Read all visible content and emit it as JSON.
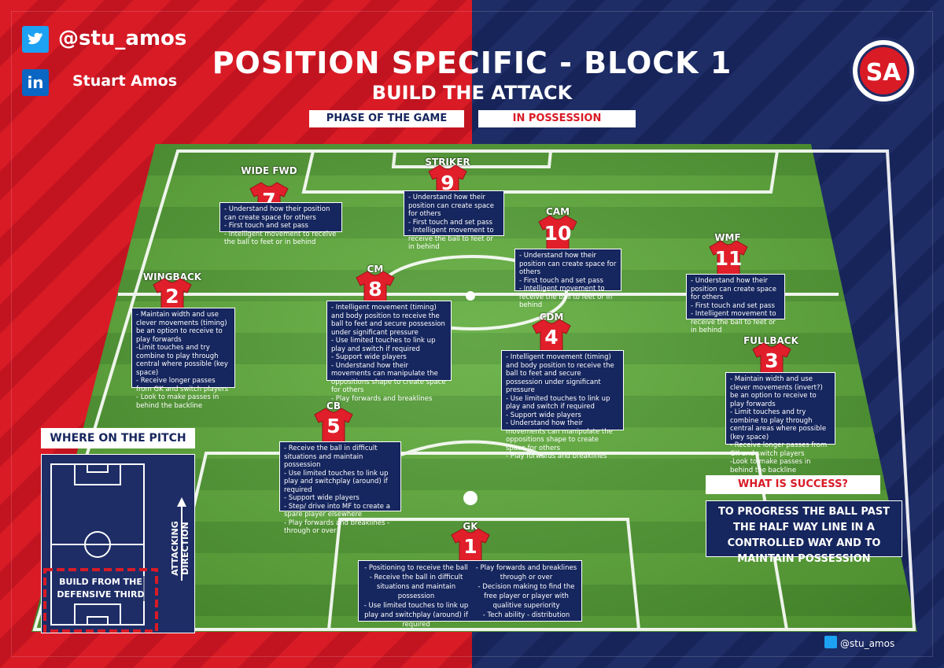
{
  "header": {
    "title": "POSITION SPECIFIC - BLOCK 1",
    "subtitle": "BUILD THE ATTACK",
    "phase_label": "PHASE OF THE GAME",
    "phase_value": "IN POSSESSION"
  },
  "social": {
    "twitter_handle": "@stu_amos",
    "linkedin_name": "Stuart Amos",
    "linkedin_icon": "in",
    "logo_text": "SA",
    "footer_handle": "@stu_amos"
  },
  "colors": {
    "red": "#d91b26",
    "navy": "#1e2d66",
    "pitch": "#4e9a2f"
  },
  "players": [
    {
      "label": "WIDE FWD",
      "number": "7",
      "note": "- Understand how their position can create space for others\n- First touch and set pass\n- Intelligent movement to receive the ball to feet or in behind"
    },
    {
      "label": "STRIKER",
      "number": "9",
      "note": "- Understand how their position can create space for others\n- First touch and set pass\n- Intelligent movement to receive the ball to feet or in behind"
    },
    {
      "label": "CAM",
      "number": "10",
      "note": "- Understand how their position can create space for others\n- First touch and set pass\n- Intelligent movement to receive the ball to feet or in behind"
    },
    {
      "label": "WMF",
      "number": "11",
      "note": "- Understand how their position can create space for others\n- First touch and set pass\n- Intelligent movement to receive the ball to feet or in behind"
    },
    {
      "label": "WINGBACK",
      "number": "2",
      "note": "- Maintain width and use clever movements (timing) be an option to receive to play forwards\n-Limit touches and try combine to play through central where possible (key space)\n- Receive longer passes from GK and switch players\n- Look to make passes in behind the backline"
    },
    {
      "label": "CM",
      "number": "8",
      "note": "- Intelligent movement (timing) and body position to receive the ball to feet and secure possession under significant pressure\n- Use limited touches to link up play and switch if required\n- Support wide players\n- Understand how their movements can manipulate the oppositions shape to create space for others\n- Play forwards and breaklines"
    },
    {
      "label": "CDM",
      "number": "4",
      "note": "- Intelligent movement (timing) and body position to receive the ball to feet and secure possession under significant pressure\n- Use limited touches to link up play and switch if required\n- Support wide players\n- Understand how their movements can manipulate the oppositions shape to create space for others\n- Play forwards and breaklines"
    },
    {
      "label": "FULLBACK",
      "number": "3",
      "note": "- Maintain width and use clever movements (invert?) be an option to receive to play forwards\n- Limit touches and try combine to play through central areas where possible (key space)\n- Receive longer passes from GK and switch players\n-Look to make passes in behind the backline"
    },
    {
      "label": "CB",
      "number": "5",
      "note": "- Receive the ball in difficult situations and maintain possession\n- Use limited touches to link up play and switchplay (around) if required\n- Support wide players\n- Step/ drive into MF to create a spare player elsewhere\n- Play forwards and breaklines - through or over"
    },
    {
      "label": "GK",
      "number": "1",
      "note_left": "- Positioning to receive the ball\n- Receive the ball in difficult situations and maintain possession\n- Use limited touches to link up play and switchplay (around) if required",
      "note_right": "- Play forwards and breaklines through or over\n- Decision making to find the free player or player with qualitive superiority\n- Tech ability - distribution"
    }
  ],
  "where": {
    "title": "WHERE ON THE PITCH",
    "direction": "ATTACKING DIRECTION",
    "zone": "BUILD FROM THE DEFENSIVE THIRD"
  },
  "success": {
    "title": "WHAT IS SUCCESS?",
    "body": "TO PROGRESS THE BALL PAST THE HALF WAY LINE IN A CONTROLLED WAY AND TO MAINTAIN POSSESSION"
  }
}
